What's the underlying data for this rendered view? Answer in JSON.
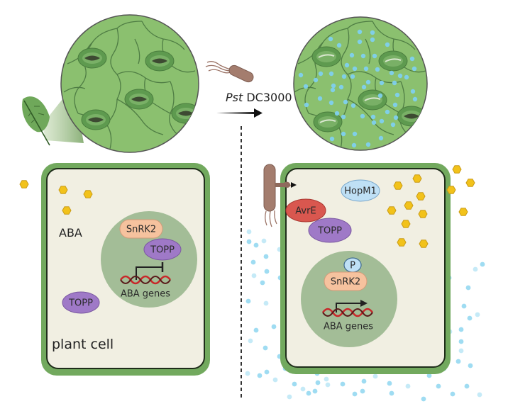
{
  "treatment": {
    "label_italic": "Pst",
    "label_rest": " DC3000"
  },
  "colors": {
    "leaf_green": "#8bc06f",
    "leaf_cell_line": "#4f7d44",
    "guard_cell": "#5e9a4f",
    "cell_wall": "#72a95e",
    "cytoplasm": "#f1efe2",
    "nucleus": "#a3bd97",
    "aba": "#f2c21a",
    "water": "#7fd0ee",
    "snrk2": "#f6c29e",
    "topp": "#9f79c7",
    "avre": "#d9574f",
    "hopm1": "#bfe0f5",
    "phospho": "#bfe0f5",
    "bacterium": "#a47d6e"
  },
  "left_cell": {
    "aba_label": "ABA",
    "cell_label": "plant cell",
    "nucleus": {
      "snrk2": "SnRK2",
      "topp": "TOPP",
      "genes_label": "ABA genes",
      "state": "repressed"
    },
    "cytoplasm_topp": "TOPP"
  },
  "right_cell": {
    "hopm1": "HopM1",
    "avre": "AvrE",
    "topp": "TOPP",
    "nucleus": {
      "phospho": "P",
      "snrk2": "SnRK2",
      "genes_label": "ABA genes",
      "state": "activated"
    }
  }
}
